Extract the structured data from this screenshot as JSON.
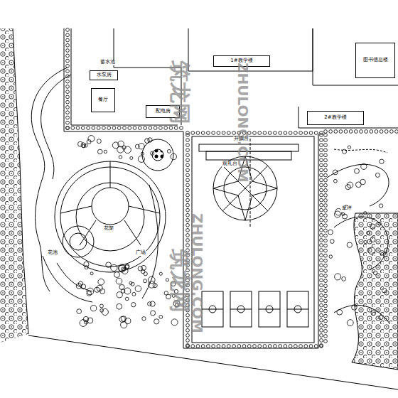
{
  "diagram": {
    "nodes": [
      {
        "text": [
          "1#教学楼"
        ]
      },
      {
        "text": [
          "图书信息楼"
        ]
      },
      {
        "text": [
          "水泵房"
        ]
      },
      {
        "text": [
          "餐厅"
        ]
      },
      {
        "text": [
          "配电房"
        ]
      },
      {
        "text": [
          "2#教学楼"
        ]
      }
    ],
    "labels": [
      "蓄水池",
      "升旗台",
      "观礼台",
      "花架",
      "广场",
      "花池",
      "草坪",
      "筑龙网",
      "ZHULONG.COM",
      "筑龙网",
      "ZHULONG.COM"
    ]
  }
}
